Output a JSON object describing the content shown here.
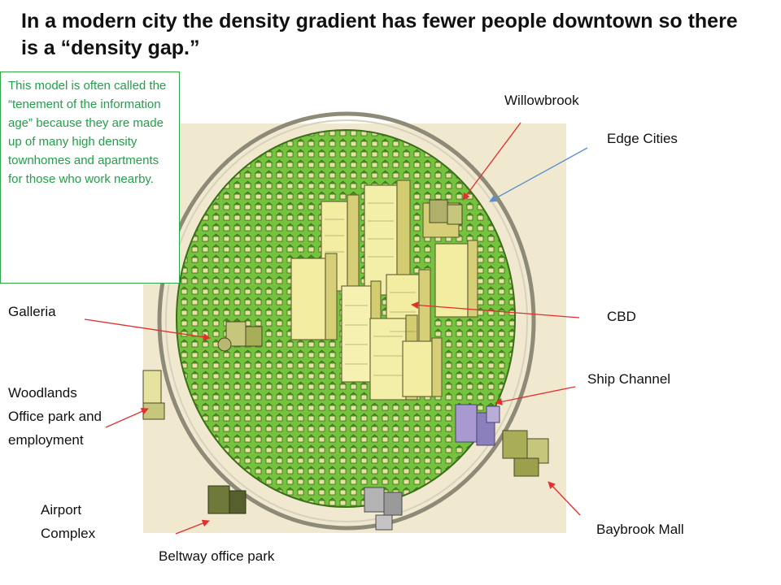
{
  "title": "In a modern city the density gradient has fewer people downtown so there is a “density gap.”",
  "callout_text": "This model is often called the “tenement of the information age” because they are made up of many high density  townhomes and apartments for those who work nearby.",
  "labels": {
    "willowbrook": "Willowbrook",
    "edge_cities": "Edge Cities",
    "galleria": "Galleria",
    "cbd": "CBD",
    "ship_channel": "Ship Channel",
    "woodlands": "Woodlands Office park and employment",
    "airport": "Airport Complex",
    "baybrook": "Baybrook Mall",
    "beltway": "Beltway office park"
  },
  "colors": {
    "callout_text": "#22a04a",
    "callout_border": "#2ea84a",
    "arrow_red": "#e03030",
    "arrow_blue": "#5b8fd0",
    "city_green": "#6fbf3a",
    "building_yellow": "#f2eda0",
    "ship_purple": "#a89ad0",
    "mall_olive": "#a8ad58"
  },
  "icons": {
    "city": "city-illustration",
    "arrows": "pointer-arrow-icon"
  }
}
